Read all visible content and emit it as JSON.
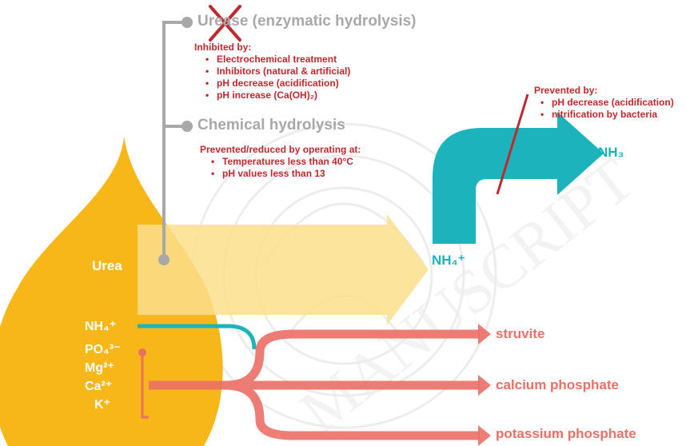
{
  "urease": {
    "title": "Urease (enzymatic hydrolysis)",
    "heading": "Inhibited by:",
    "items": [
      "Electrochemical treatment",
      "Inhibitors (natural & artificial)",
      "pH decrease (acidification)",
      "pH increase (Ca(OH)₂)"
    ]
  },
  "chemical": {
    "title": "Chemical hydrolysis",
    "heading": "Prevented/reduced by operating at:",
    "items": [
      "Temperatures less than 40°C",
      "pH values less than 13"
    ]
  },
  "ammonia": {
    "heading": "Prevented by:",
    "items": [
      "pH decrease (acidification)",
      "nitrification by bacteria"
    ],
    "nh3": "NH₃",
    "nh4": "NH₄⁺"
  },
  "drop": {
    "urea": "Urea",
    "ions": [
      "NH₄⁺",
      "PO₄³⁻",
      "Mg²⁺",
      "Ca²⁺",
      "K⁺"
    ]
  },
  "products": [
    "struvite",
    "calcium phosphate",
    "potassium phosphate"
  ],
  "watermark": "MANUSCRIPT",
  "colors": {
    "drop": "#f7b718",
    "teal": "#1db3bc",
    "salmon": "#ec6f66",
    "red": "#c0282d",
    "grey": "#a8a8a8"
  },
  "icons": [
    "cross-icon",
    "strike-line-icon"
  ]
}
